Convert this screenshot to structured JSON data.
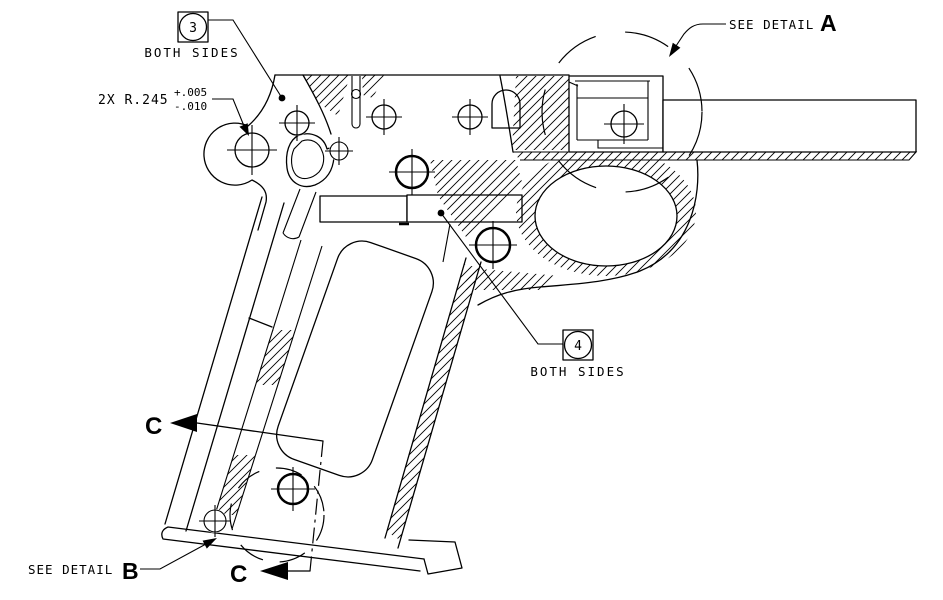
{
  "annotations": {
    "balloon_3": {
      "number": "3",
      "note": "BOTH SIDES"
    },
    "balloon_4": {
      "number": "4",
      "note": "BOTH SIDES"
    },
    "radius_dimension": {
      "value": "2X R.245",
      "tolerance_plus": "+.005",
      "tolerance_minus": "-.010"
    },
    "detail_a": {
      "label": "SEE DETAIL",
      "letter": "A"
    },
    "detail_b": {
      "label": "SEE DETAIL",
      "letter": "B"
    },
    "section_c_top": {
      "letter": "C"
    },
    "section_c_bottom": {
      "letter": "C"
    }
  },
  "colors": {
    "ink": "#000000",
    "paper": "#ffffff"
  }
}
